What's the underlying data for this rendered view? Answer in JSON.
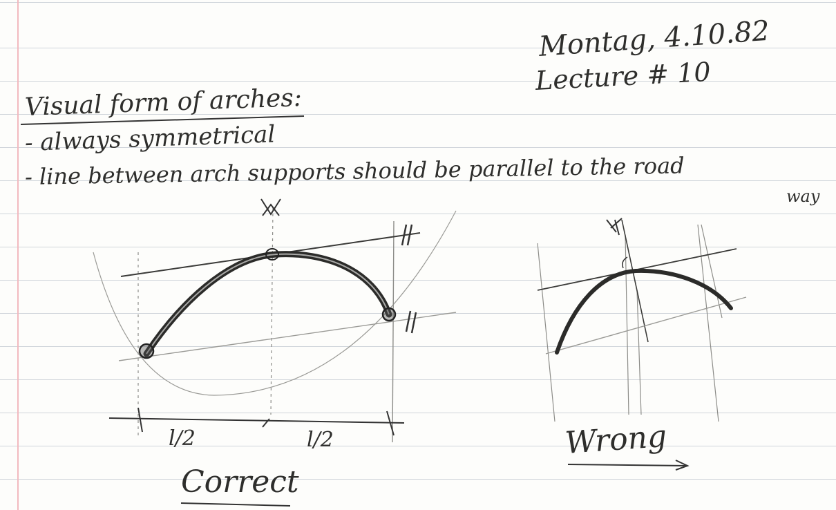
{
  "header": {
    "date": "Montag, 4.10.82",
    "lecture": "Lecture # 10"
  },
  "notes": {
    "heading": "Visual form of arches:",
    "bullets": [
      "- always symmetrical",
      "- line between arch supports should be parallel to the road"
    ],
    "bullet_2_continuation": "way"
  },
  "correct_sketch": {
    "half_span_left": "l/2",
    "half_span_right": "l/2",
    "label": "Correct"
  },
  "wrong_sketch": {
    "label": "Wrong"
  }
}
